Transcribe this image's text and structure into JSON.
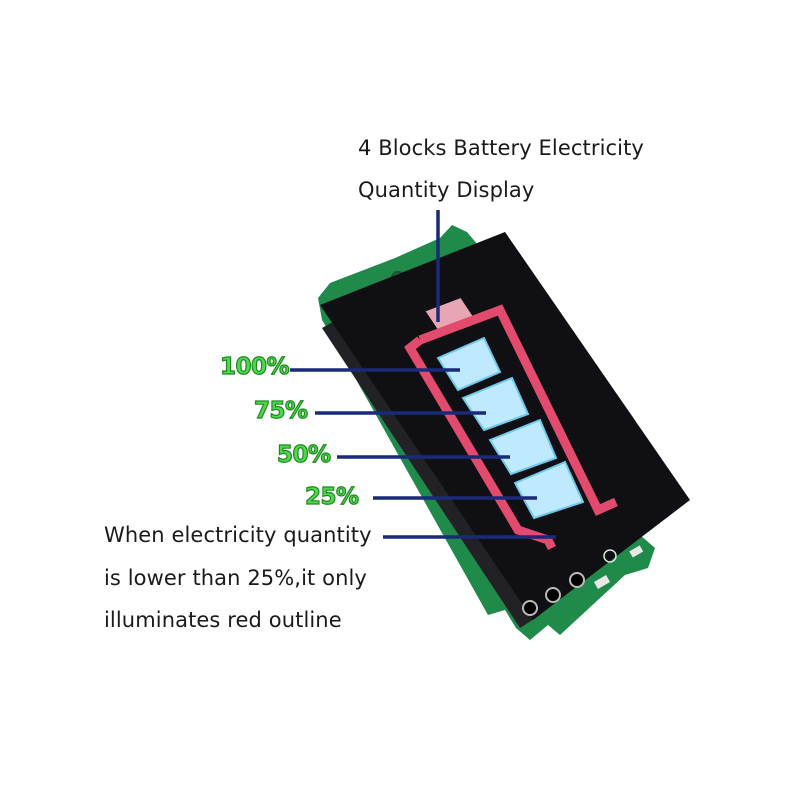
{
  "title": {
    "line1": "4 Blocks Battery Electricity",
    "line2": "Quantity Display"
  },
  "levels": [
    {
      "label": "100%",
      "fraction": 1.0
    },
    {
      "label": "75%",
      "fraction": 0.75
    },
    {
      "label": "50%",
      "fraction": 0.5
    },
    {
      "label": "25%",
      "fraction": 0.25
    }
  ],
  "note": {
    "line1": "When electricity quantity",
    "line2": "is lower than 25%,it only",
    "line3": "illuminates red outline"
  },
  "colors": {
    "pcb": "#1f8a4a",
    "display": "#101014",
    "outline": "#e24a6e",
    "block": "#bfe9ff",
    "label_fill": "#4fd84f",
    "leader": "#1a2a7a"
  }
}
